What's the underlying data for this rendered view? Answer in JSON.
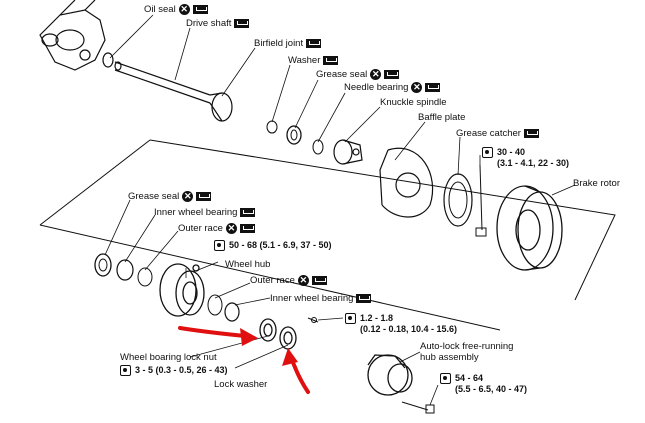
{
  "labels": {
    "oil_seal": "Oil seal",
    "drive_shaft": "Drive shaft",
    "birfield_joint": "Birfield joint",
    "washer": "Washer",
    "grease_seal_top": "Grease seal",
    "needle_bearing": "Needle bearing",
    "knuckle_spindle": "Knuckle spindle",
    "baffle_plate": "Baffle plate",
    "grease_catcher": "Grease catcher",
    "brake_rotor": "Brake rotor",
    "grease_seal_left": "Grease seal",
    "inner_wheel_bearing_left": "Inner wheel bearing",
    "outer_race_left": "Outer race",
    "wheel_hub": "Wheel hub",
    "outer_race_right": "Outer race",
    "inner_wheel_bearing_right": "Inner wheel bearing",
    "wheel_bearing_lock_nut": "Wheel boaring lock nut",
    "lock_washer": "Lock washer",
    "auto_lock_hub_line1": "Auto-lock free-running",
    "auto_lock_hub_line2": "hub assembly"
  },
  "torque_specs": {
    "rotor_bolt": {
      "line1": "30 - 40",
      "line2": "(3.1 - 4.1, 22 - 30)"
    },
    "wheel_hub": {
      "line1": "50 - 68 (5.1 - 6.9, 37 - 50)"
    },
    "screw": {
      "line1": "1.2 - 1.8",
      "line2": "(0.12 - 0.18, 10.4 - 15.6)"
    },
    "lock_nut": {
      "line1": "3 - 5 (0.3 - 0.5, 26 - 43)"
    },
    "hub_bolt": {
      "line1": "54 - 64",
      "line2": "(5.5 - 6.5, 40 - 47)"
    }
  },
  "icons": [
    "do-not-reuse-icon",
    "lubricate-icon",
    "torque-icon"
  ],
  "annotation_color": "#e01010"
}
